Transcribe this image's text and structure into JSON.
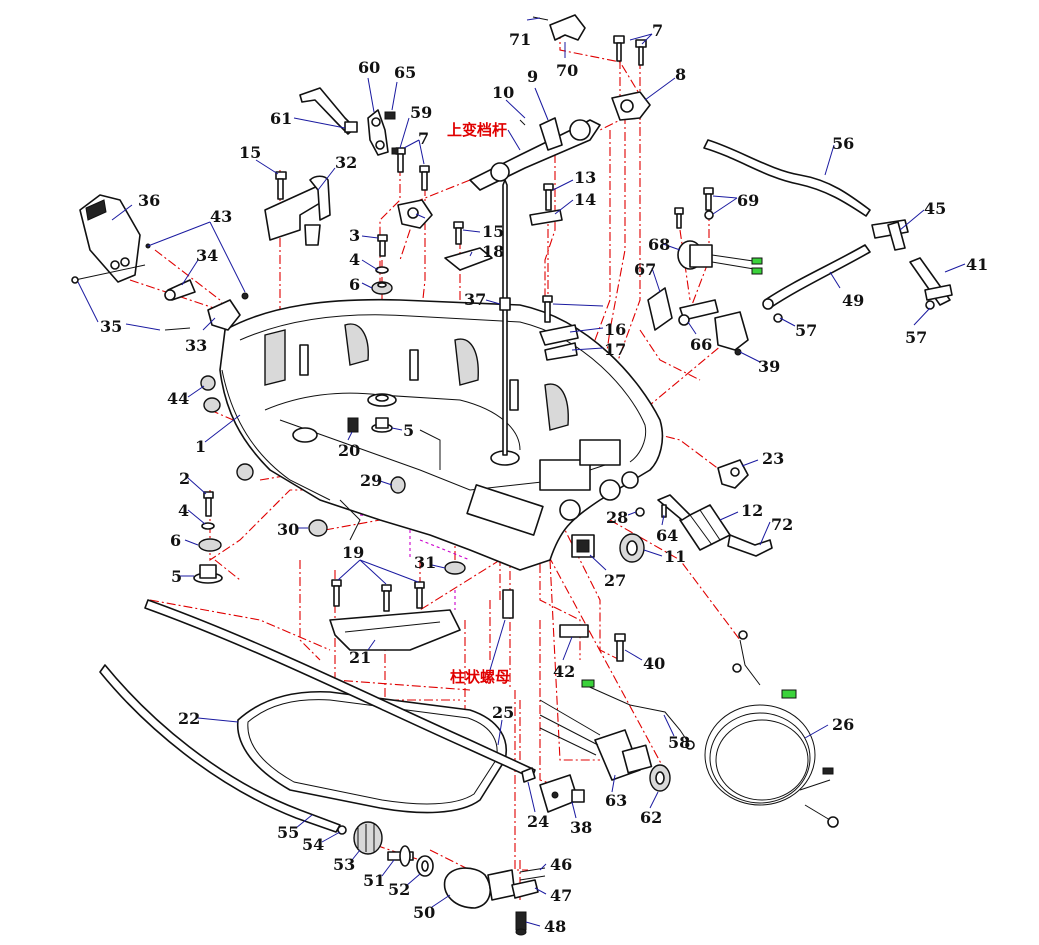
{
  "callouts": [
    "71",
    "70",
    "7",
    "8",
    "9",
    "10",
    "60",
    "65",
    "59",
    "61",
    "15",
    "32",
    "36",
    "43",
    "34",
    "35",
    "33",
    "3",
    "4",
    "6",
    "13",
    "14",
    "15",
    "18",
    "37",
    "56",
    "69",
    "45",
    "68",
    "41",
    "67",
    "49",
    "57",
    "57",
    "66",
    "39",
    "16",
    "17",
    "44",
    "1",
    "5",
    "20",
    "29",
    "2",
    "4",
    "6",
    "5",
    "30",
    "19",
    "31",
    "21",
    "23",
    "12",
    "72",
    "28",
    "64",
    "11",
    "27",
    "42",
    "40",
    "22",
    "25",
    "26",
    "55",
    "54",
    "53",
    "51",
    "52",
    "50",
    "46",
    "47",
    "48",
    "24",
    "38",
    "63",
    "62",
    "58",
    "7"
  ],
  "annotations": {
    "upper_shift_lever": "上变档杆",
    "column_nut": "柱状螺母"
  },
  "colors": {
    "line": "#111111",
    "centerline": "#e00000",
    "aux_line": "#cc00cc",
    "leader": "#1a1aa0",
    "connector": "#3bd23b"
  }
}
